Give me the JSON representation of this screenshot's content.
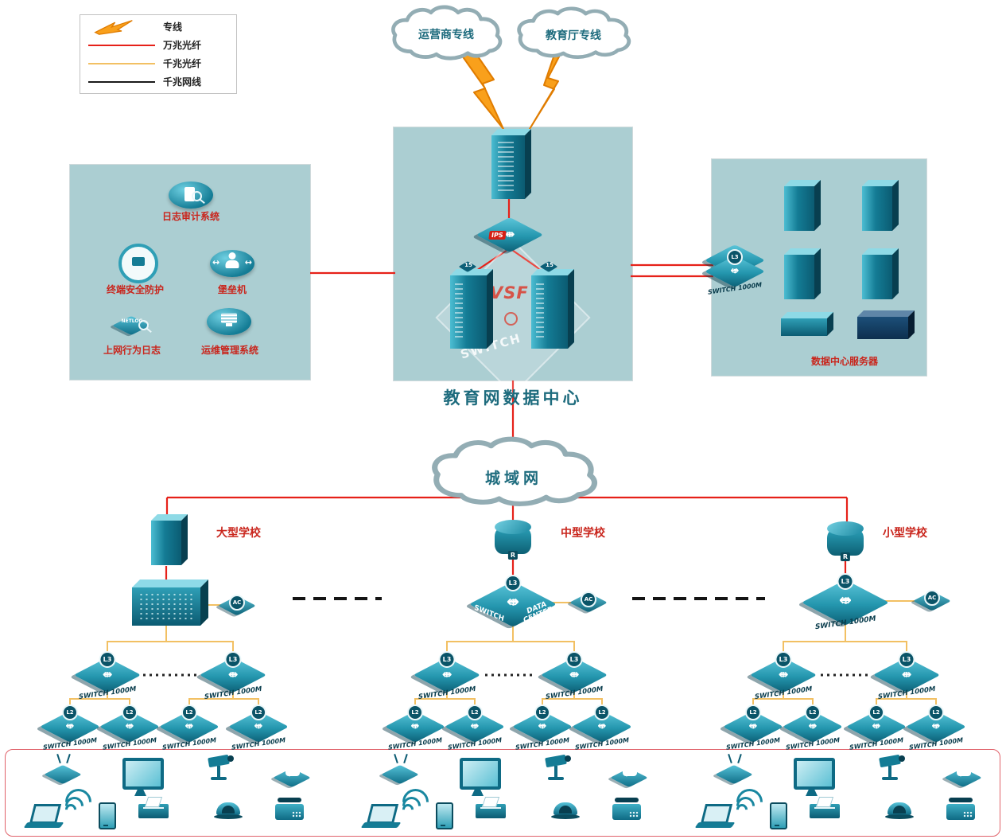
{
  "legend": {
    "items": [
      {
        "label": "专线"
      },
      {
        "label": "万兆光纤"
      },
      {
        "label": "千兆光纤"
      },
      {
        "label": "千兆网线"
      }
    ]
  },
  "clouds": {
    "carrier": "运营商专线",
    "education": "教育厅专线",
    "man": "城域网"
  },
  "data_center": {
    "title": "教育网数据中心",
    "ips_badge": "IPS",
    "vsf_label": "VSF",
    "switch_watermark": "SWITCH",
    "server_badge": "15"
  },
  "security_panel": {
    "log_audit": "日志审计系统",
    "terminal_security": "终端安全防护",
    "bastion": "堡垒机",
    "net_behavior_log": "上网行为日志",
    "netlog_badge": "NETLOG",
    "ops_mgmt": "运维管理系统"
  },
  "server_panel": {
    "title": "数据中心服务器"
  },
  "labels": {
    "switch_1000m": "SWITCH 1000M",
    "switch": "SWITCH",
    "data_center": "DATA CENTER",
    "l3": "L3",
    "l2": "L2",
    "ac": "AC",
    "r": "R"
  },
  "schools": [
    {
      "name": "大型学校"
    },
    {
      "name": "中型学校"
    },
    {
      "name": "小型学校"
    }
  ],
  "colors": {
    "line_dedicated": "#f9a01b",
    "line_10g": "#e62119",
    "line_1g_fiber": "#f2c063",
    "line_1g_copper": "#1a1a1a",
    "panel_bg": "#abced2",
    "device_teal": "#147c95",
    "label_red": "#c9251c"
  }
}
